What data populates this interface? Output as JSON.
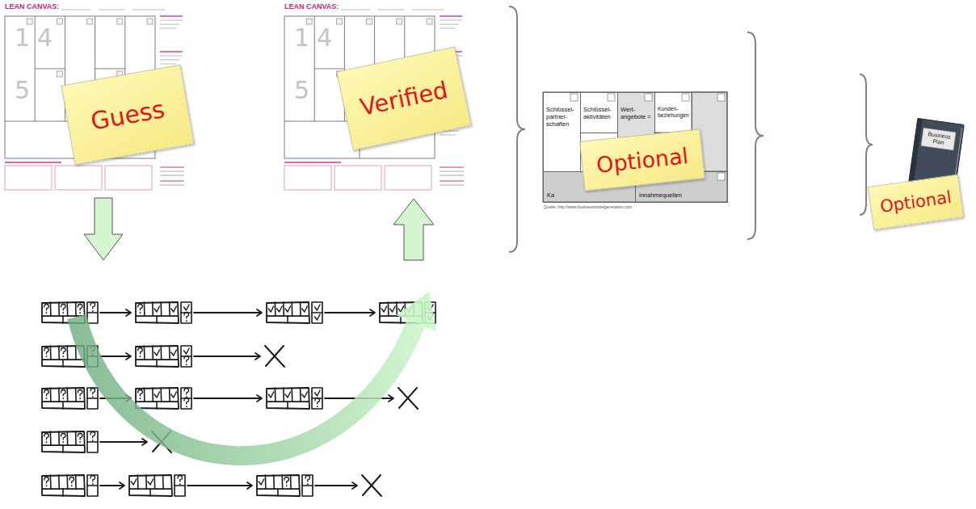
{
  "diagram": {
    "nodes": [
      {
        "text": [
          "Guess"
        ]
      },
      {
        "text": [
          "Verified"
        ]
      },
      {
        "text": [
          "Schlüssel- partner- schaften"
        ]
      },
      {
        "text": [
          "Schlüssel- aktivitäten"
        ]
      },
      {
        "text": [
          "Wert- angebote ="
        ]
      },
      {
        "text": [
          "Kunden- beziehungen"
        ]
      },
      {
        "text": [
          "Ka"
        ]
      },
      {
        "text": [
          "innahmequellen"
        ]
      },
      {
        "text": [
          "Optional"
        ]
      },
      {
        "text": [
          "Optional"
        ]
      }
    ],
    "labels": [
      "LEAN CANVAS:",
      "1",
      "4",
      "5",
      "LEAN CANVAS:",
      "1",
      "4",
      "5",
      "Quelle: http://www.businessmodelgeneration.com",
      "Business Plan"
    ]
  }
}
